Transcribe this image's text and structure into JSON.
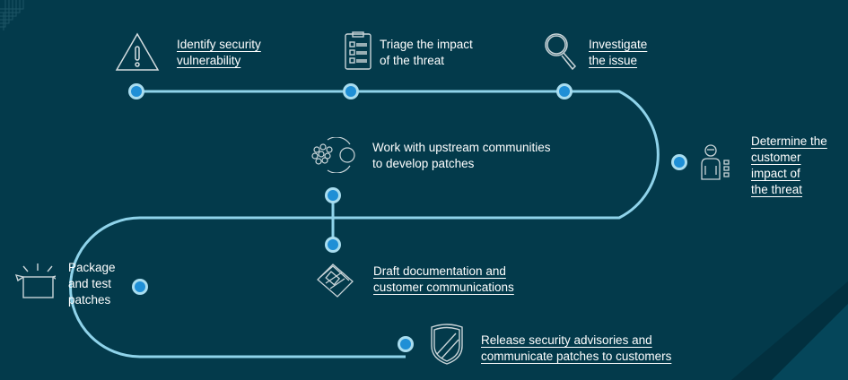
{
  "colors": {
    "background": "#033a4b",
    "path": "#8fd3ea",
    "node_fill": "#1f8fd6",
    "node_ring": "#a9ddef",
    "text": "#ffffff",
    "icon_stroke": "#c9d4d8"
  },
  "steps": [
    {
      "id": "identify",
      "icon": "warning-triangle-icon",
      "lines": [
        "Identify security",
        "vulnerability"
      ],
      "link": true
    },
    {
      "id": "triage",
      "icon": "clipboard-checklist-icon",
      "lines": [
        "Triage the impact",
        "of the threat"
      ],
      "link": false
    },
    {
      "id": "investigate",
      "icon": "magnifier-icon",
      "lines": [
        "Investigate",
        "the issue"
      ],
      "link": true
    },
    {
      "id": "determine",
      "icon": "customer-checklist-icon",
      "lines": [
        "Determine the",
        "customer",
        "impact of",
        "the threat"
      ],
      "link": true
    },
    {
      "id": "upstream",
      "icon": "community-circles-icon",
      "lines": [
        "Work with upstream communities",
        "to develop patches"
      ],
      "link": false
    },
    {
      "id": "draft",
      "icon": "documents-icon",
      "lines": [
        "Draft documentation and",
        "customer communications"
      ],
      "link": true
    },
    {
      "id": "package",
      "icon": "open-box-icon",
      "lines": [
        "Package",
        "and test",
        "patches"
      ],
      "link": false
    },
    {
      "id": "release",
      "icon": "shield-icon",
      "lines": [
        "Release security advisories and",
        "communicate patches to customers"
      ],
      "link": true
    }
  ]
}
